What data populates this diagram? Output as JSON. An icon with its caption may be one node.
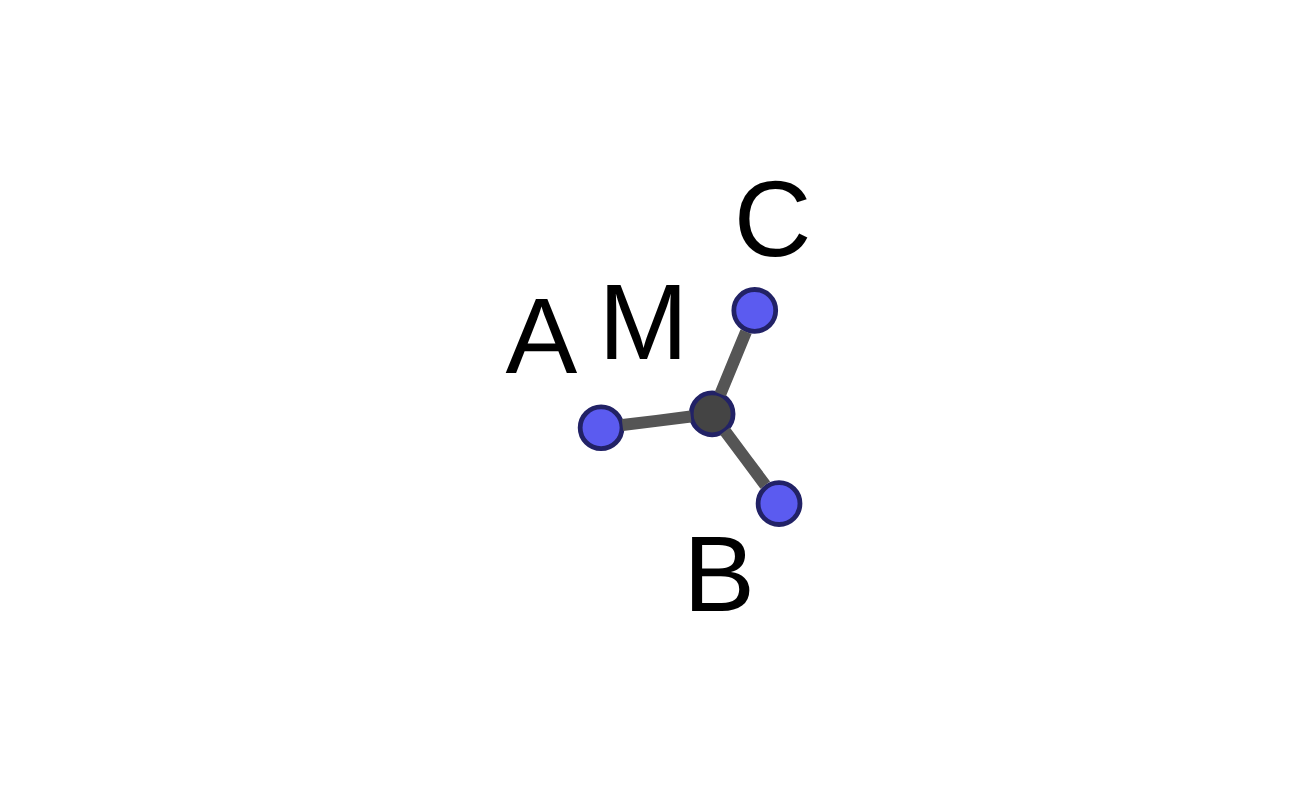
{
  "diagram": {
    "nodes": [
      {
        "text": [
          "A"
        ]
      },
      {
        "text": [
          "M"
        ]
      },
      {
        "text": [
          "B"
        ]
      },
      {
        "text": [
          "C"
        ]
      }
    ],
    "edges": [
      {
        "from": 0,
        "to": 1,
        "arrow": "none"
      },
      {
        "from": 1,
        "to": 2,
        "arrow": "none"
      },
      {
        "from": 1,
        "to": 3,
        "arrow": "none"
      }
    ]
  }
}
